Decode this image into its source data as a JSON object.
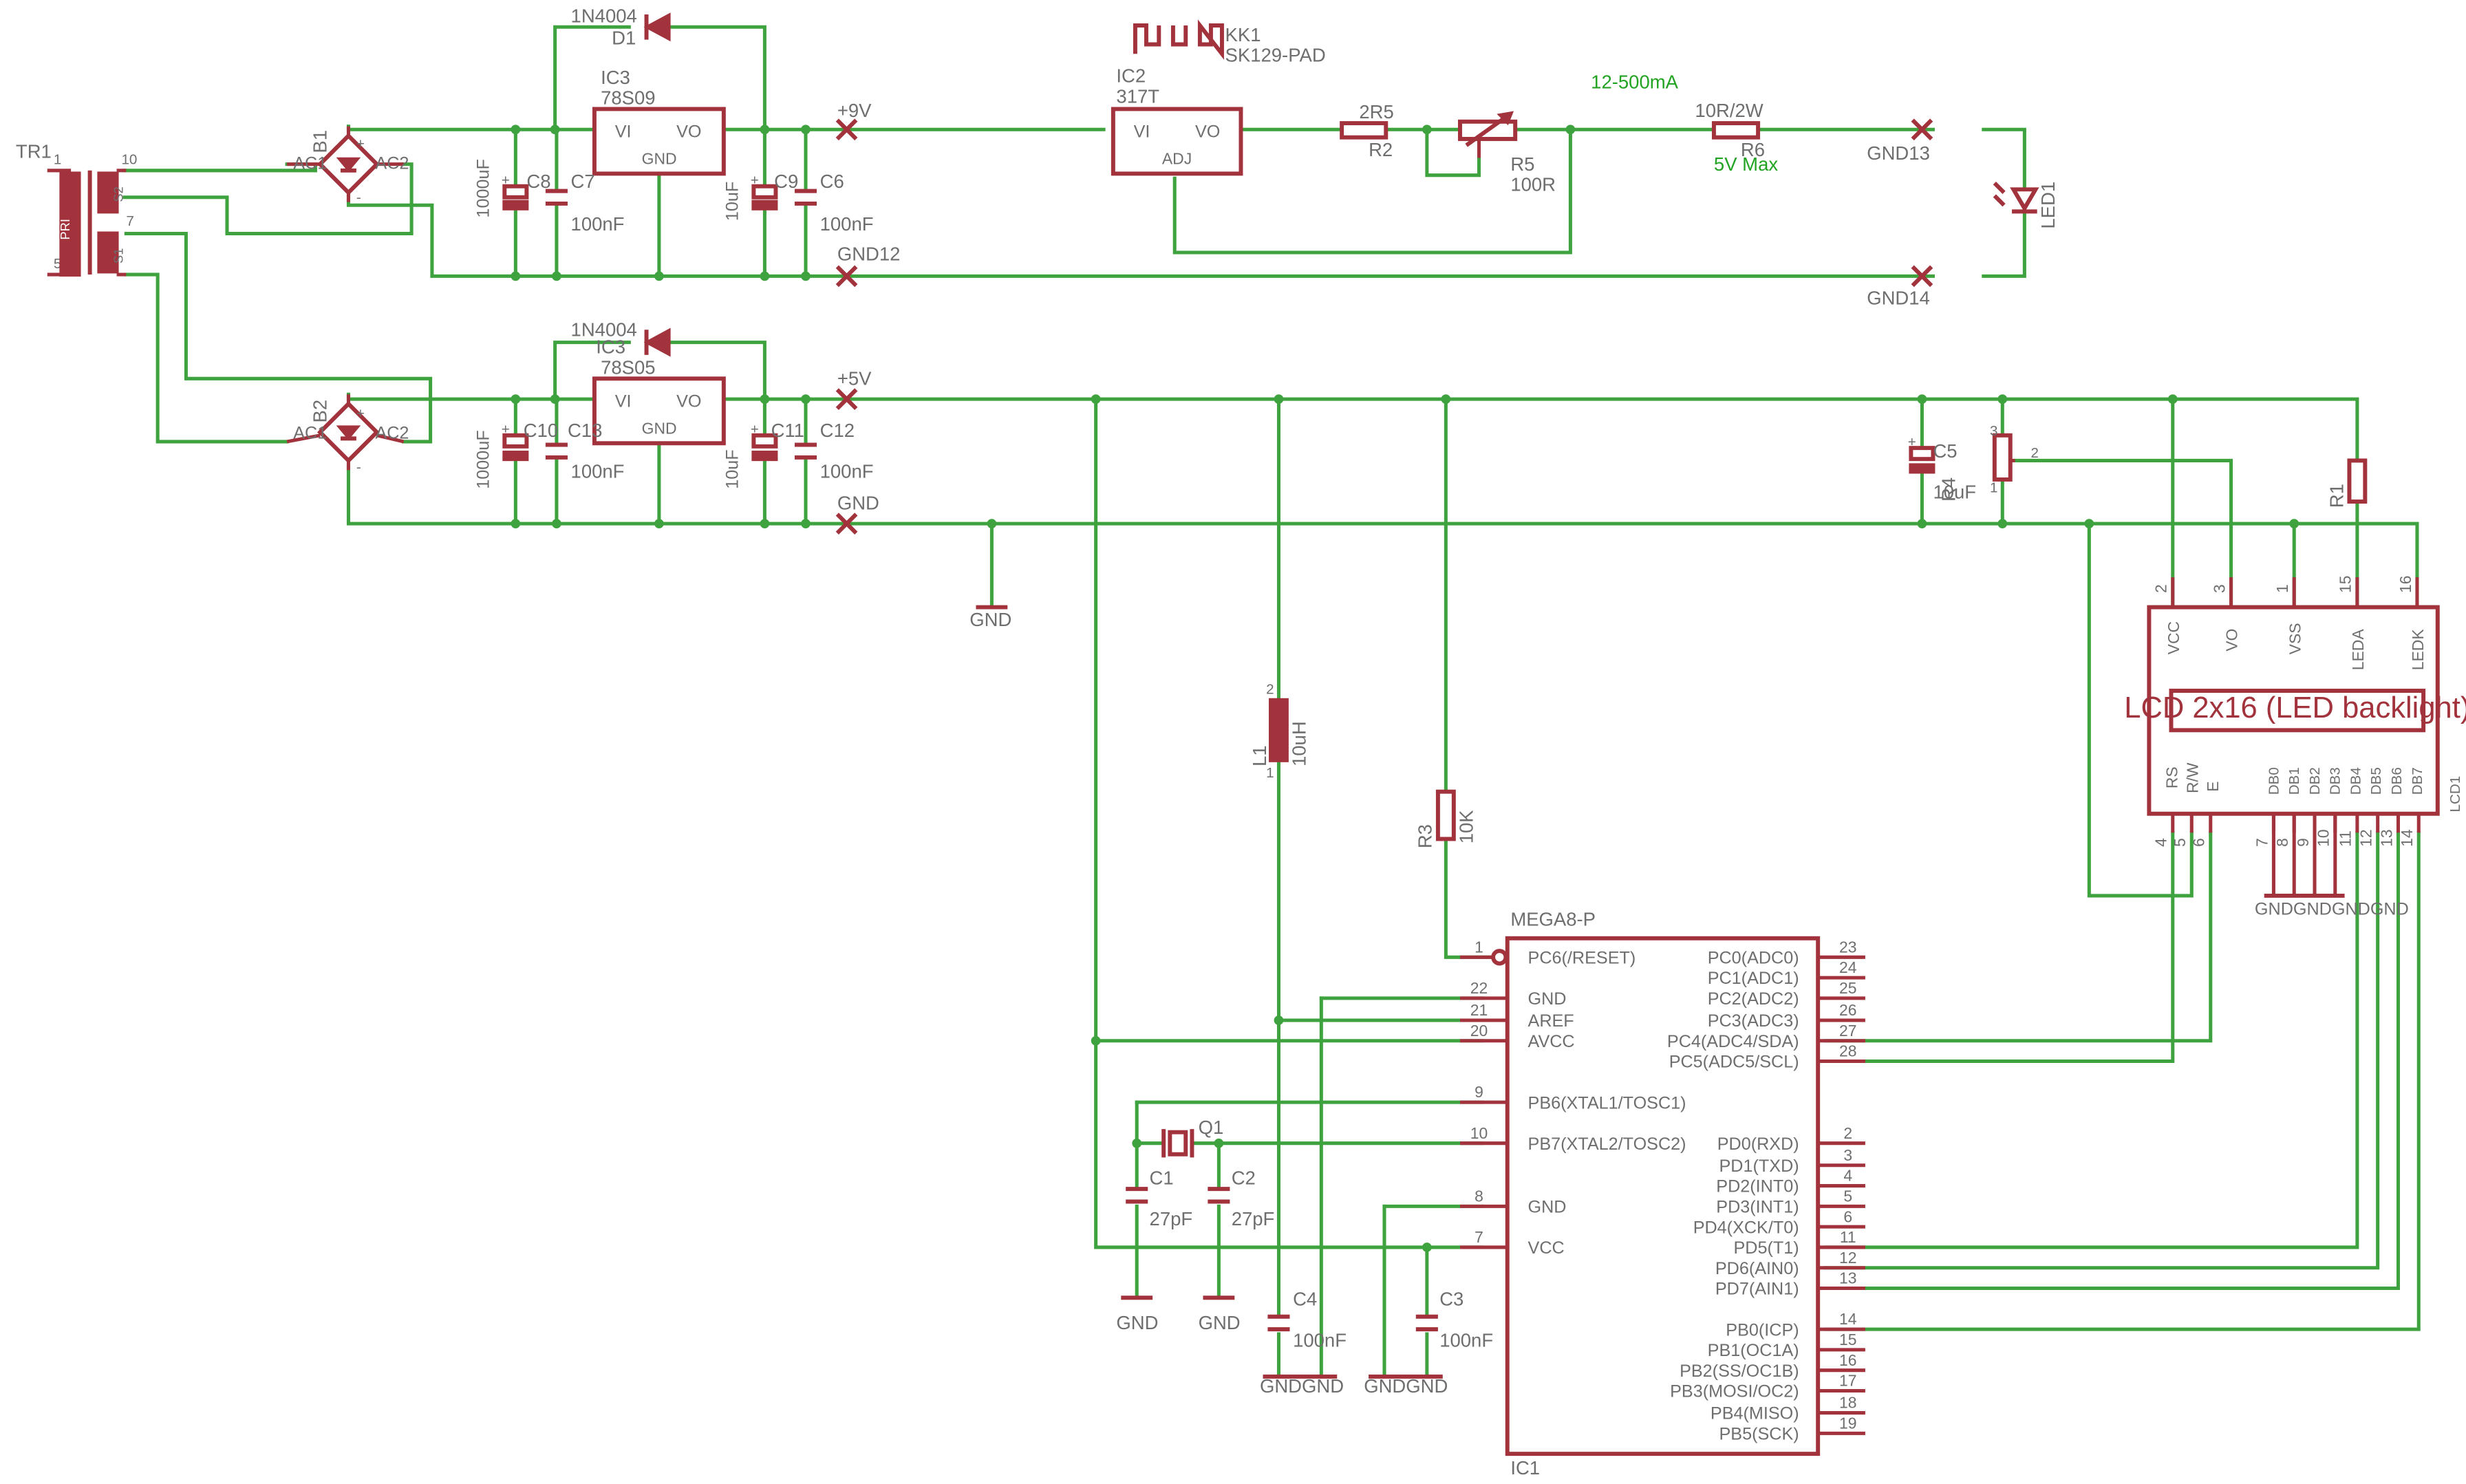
{
  "labels": {
    "tr1": "TR1",
    "pri": "PRI",
    "s1": "S1",
    "s2": "S2",
    "tr_p1": "1",
    "tr_p5": "5",
    "tr_p10": "10",
    "tr_p7": "7",
    "b1": "B1",
    "b2": "B2",
    "ac1": "AC1",
    "ac2": "AC2",
    "plus": "+",
    "minus": "-",
    "d1_val": "1N4004",
    "d1": "D1",
    "d2_val": "1N4004",
    "ic3": "IC3",
    "ic3_val": "78S09",
    "ic3_name": "IC3",
    "ic5_val": "78S05",
    "vi": "VI",
    "vo": "VO",
    "gnd": "GND",
    "adj": "ADJ",
    "c8": "C8",
    "c7": "C7",
    "c9": "C9",
    "c6": "C6",
    "c10": "C10",
    "c13": "C13",
    "c11": "C11",
    "c12": "C12",
    "v1000uf": "1000uF",
    "v100nf": "100nF",
    "v10uf": "10uF",
    "net_9v": "+9V",
    "net_5v": "+5V",
    "net_gnd12": "GND12",
    "net_gnd13": "GND13",
    "net_gnd14": "GND14",
    "net_gnd": "GND",
    "kk1": "KK1",
    "kk1_val": "SK129-PAD",
    "ic2": "IC2",
    "ic2_val": "317T",
    "r2_val": "2R5",
    "r2": "R2",
    "r5": "R5",
    "r5_val": "100R",
    "r6_val": "10R/2W",
    "r6": "R6",
    "current": "12-500mA",
    "vmax": "5V Max",
    "led1": "LED1",
    "c5": "C5",
    "c5_val": "10uF",
    "r4": "R4",
    "r1": "R1",
    "lcd_vcc": "VCC",
    "lcd_vo": "VO",
    "lcd_vss": "VSS",
    "lcd_leda": "LEDA",
    "lcd_ledk": "LEDK",
    "lcd_text": "LCD 2x16 (LED backlight)",
    "lcd1": "LCD1",
    "lcd_rs": "RS",
    "lcd_rw": "R/W",
    "lcd_e": "E",
    "db0": "DB0",
    "db1": "DB1",
    "db2": "DB2",
    "db3": "DB3",
    "db4": "DB4",
    "db5": "DB5",
    "db6": "DB6",
    "db7": "DB7",
    "lcd_gnds": "GNDGNDGNDGND",
    "l1": "L1",
    "l1_val": "10uH",
    "r3": "R3",
    "r3_val": "10K",
    "mega": "MEGA8-P",
    "ic1": "IC1",
    "q1": "Q1",
    "c1": "C1",
    "c2": "C2",
    "c3": "C3",
    "c4": "C4",
    "v27pf": "27pF",
    "gnd_pair": "GNDGND"
  },
  "mega_left_pins": [
    {
      "num": "1",
      "name": "PC6(/RESET)"
    },
    {
      "num": "22",
      "name": "GND"
    },
    {
      "num": "21",
      "name": "AREF"
    },
    {
      "num": "20",
      "name": "AVCC"
    },
    {
      "num": "9",
      "name": "PB6(XTAL1/TOSC1)"
    },
    {
      "num": "10",
      "name": "PB7(XTAL2/TOSC2)"
    },
    {
      "num": "8",
      "name": "GND"
    },
    {
      "num": "7",
      "name": "VCC"
    }
  ],
  "mega_right_pins": [
    {
      "num": "23",
      "name": "PC0(ADC0)"
    },
    {
      "num": "24",
      "name": "PC1(ADC1)"
    },
    {
      "num": "25",
      "name": "PC2(ADC2)"
    },
    {
      "num": "26",
      "name": "PC3(ADC3)"
    },
    {
      "num": "27",
      "name": "PC4(ADC4/SDA)"
    },
    {
      "num": "28",
      "name": "PC5(ADC5/SCL)"
    },
    {
      "num": "2",
      "name": "PD0(RXD)"
    },
    {
      "num": "3",
      "name": "PD1(TXD)"
    },
    {
      "num": "4",
      "name": "PD2(INT0)"
    },
    {
      "num": "5",
      "name": "PD3(INT1)"
    },
    {
      "num": "6",
      "name": "PD4(XCK/T0)"
    },
    {
      "num": "11",
      "name": "PD5(T1)"
    },
    {
      "num": "12",
      "name": "PD6(AIN0)"
    },
    {
      "num": "13",
      "name": "PD7(AIN1)"
    },
    {
      "num": "14",
      "name": "PB0(ICP)"
    },
    {
      "num": "15",
      "name": "PB1(OC1A)"
    },
    {
      "num": "16",
      "name": "PB2(SS/OC1B)"
    },
    {
      "num": "17",
      "name": "PB3(MOSI/OC2)"
    },
    {
      "num": "18",
      "name": "PB4(MISO)"
    },
    {
      "num": "19",
      "name": "PB5(SCK)"
    }
  ],
  "lcd_top_pins": [
    "2",
    "3",
    "1",
    "15",
    "16"
  ],
  "lcd_bottom_pins": [
    "4",
    "5",
    "6",
    "7",
    "8",
    "9",
    "10",
    "11",
    "12",
    "13",
    "14"
  ],
  "colors": {
    "wire": "#3ea33e",
    "symbol": "#a2333c",
    "text": "#6e6e6e",
    "annotation": "#22a322"
  }
}
